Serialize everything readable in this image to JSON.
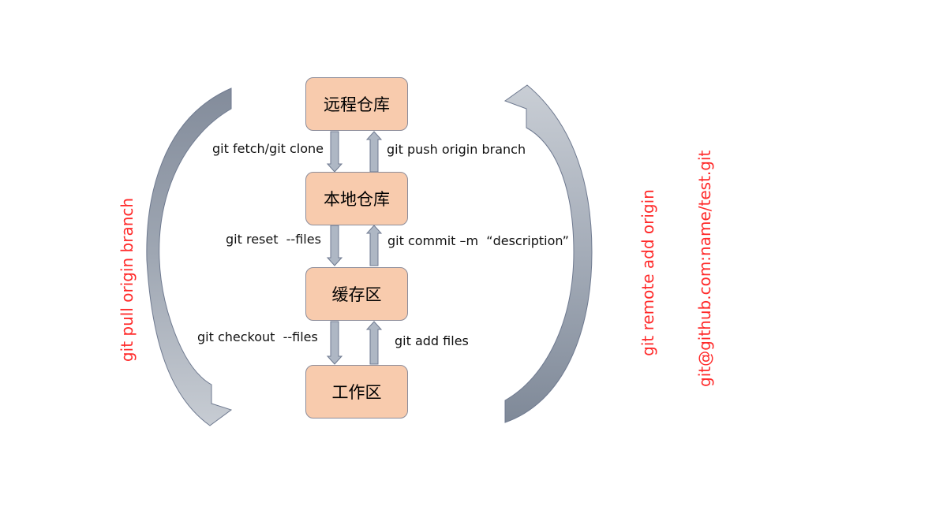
{
  "nodes": {
    "remote_repo": "远程仓库",
    "local_repo": "本地仓库",
    "staging_area": "缓存区",
    "working_dir": "工作区"
  },
  "commands": {
    "fetch_clone": "git fetch/git clone",
    "push": "git push origin branch",
    "reset": "git reset  --files",
    "commit": "git commit –m  “description”",
    "checkout": "git checkout  --files",
    "add": "git add files"
  },
  "side_commands": {
    "pull": "git pull origin branch",
    "remote_add_line1": "git remote add origin",
    "remote_add_line2": "git@github.com:name/test.git"
  },
  "colors": {
    "node_fill": "#f8cbad",
    "node_border": "#8d8d9a",
    "arrow_fill": "#aeb7c4",
    "arrow_stroke": "#6f7a90",
    "side_label": "#ff2a2a"
  }
}
